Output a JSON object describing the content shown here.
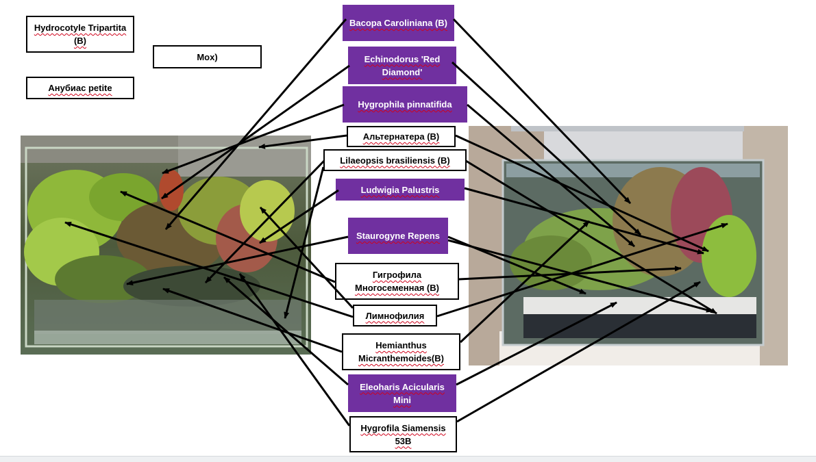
{
  "colors": {
    "accent_purple": "#7030a0",
    "arrow": "#000000",
    "outline": "#000000"
  },
  "labels": {
    "hydrocotyle": "Hydrocotyle Tripartita (B)",
    "mox": "Mox)",
    "anubias": "Анубиас petite",
    "bacopa": "Bacopa Caroliniana (B)",
    "echinodorus": "Echinodorus 'Red Diamond'",
    "hygrophila_pinnatifida": "Hygrophila pinnatifida",
    "alternanthera": "Альтернатера (B)",
    "lilaeopsis": "Lilaeopsis brasiliensis (B)",
    "ludwigia": "Ludwigia Palustris",
    "staurogyne": "Staurogyne Repens",
    "hygrophila_polysperma": "Гигрофила Многосеменная (B)",
    "limnophila": "Лимнофилия",
    "hemianthus": "Hemianthus Micranthemoides(B)",
    "eleocharis": "Eleoharis Acicularis Mini",
    "hygrofila_siamensis": "Hygrofila Siamensis 53B"
  },
  "photos": {
    "left": "aquarium-photo-before",
    "right": "aquarium-photo-after"
  }
}
